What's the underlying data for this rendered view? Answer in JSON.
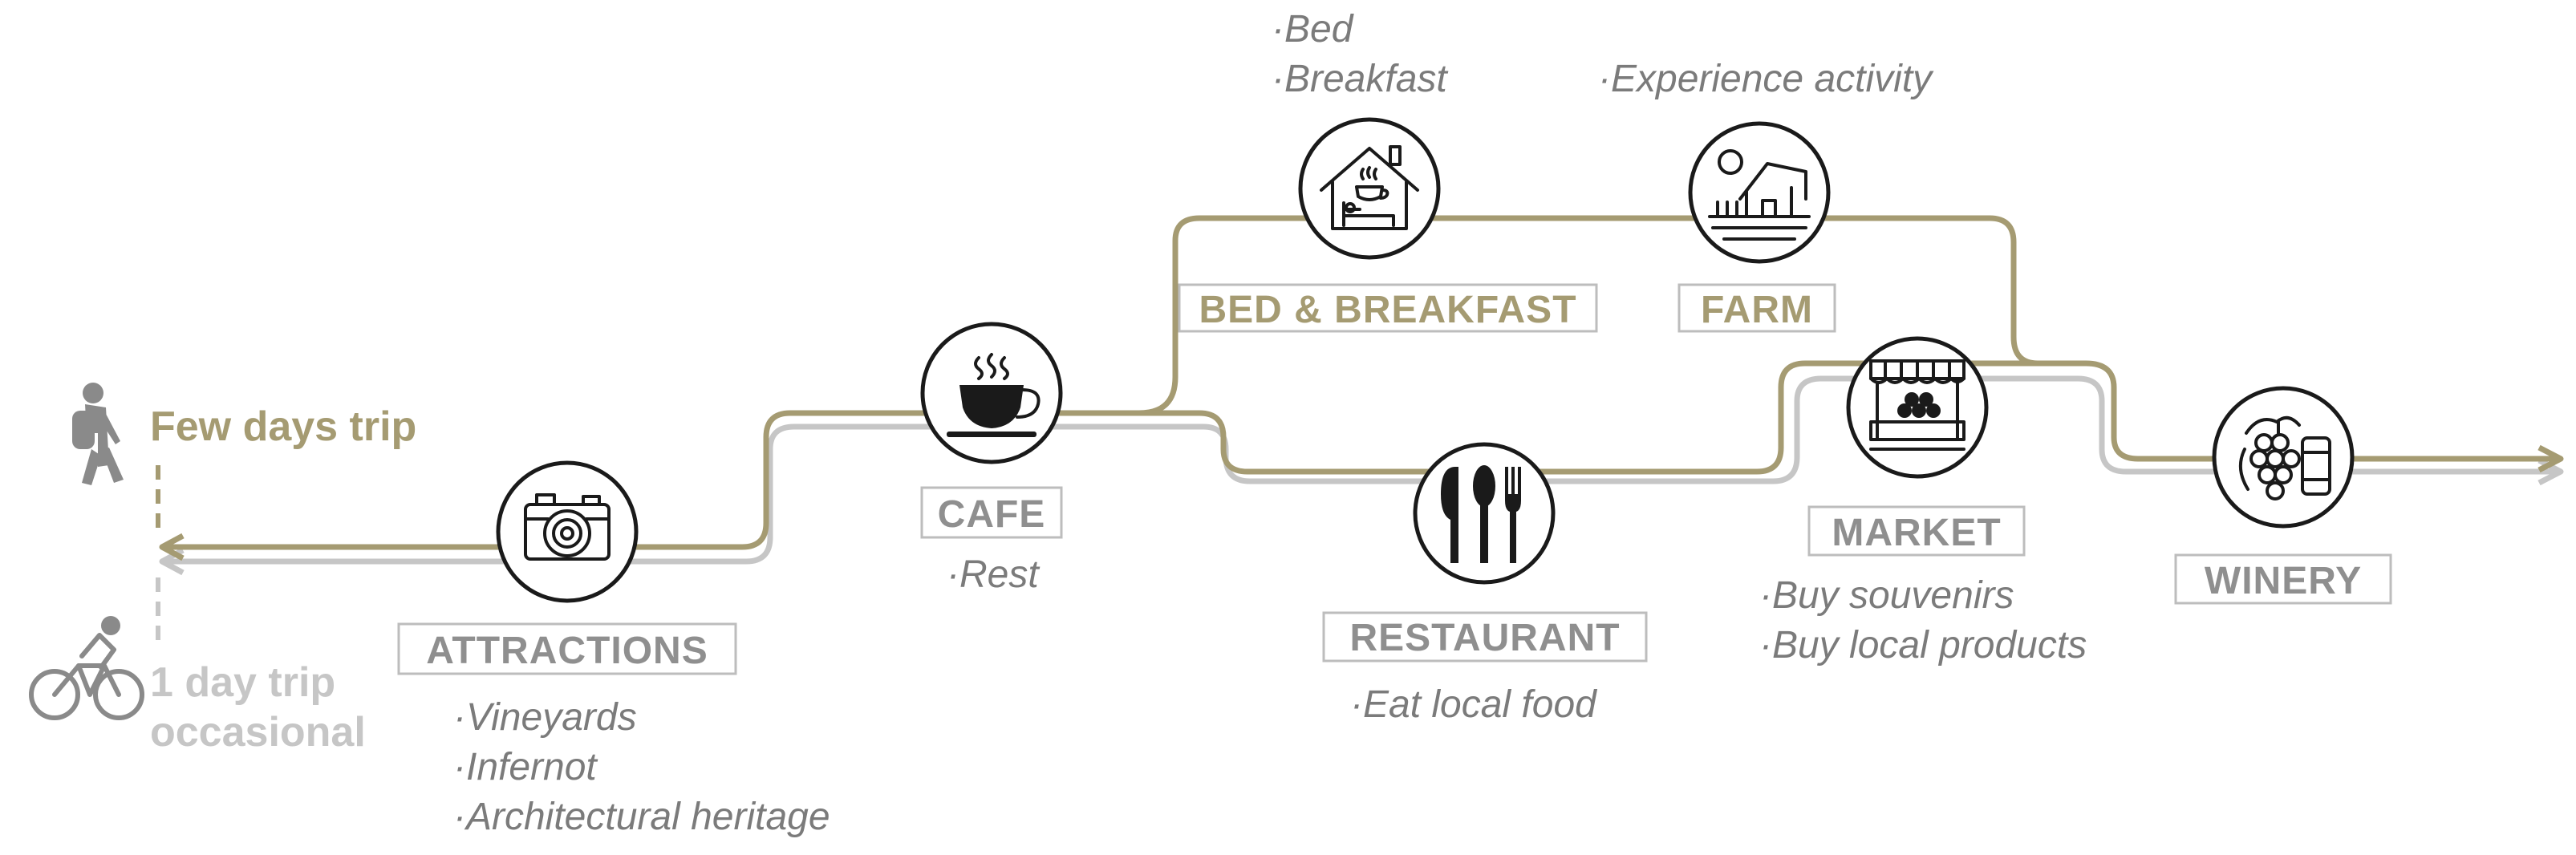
{
  "colors": {
    "gold": "#a59b72",
    "grey": "#c6c6c6",
    "label_grey": "#8f8f8f",
    "note_grey": "#7b7b7b",
    "icon": "#1a1a1a"
  },
  "legend": {
    "few_days": {
      "label": "Few days trip",
      "icon": "hiker-icon",
      "color": "gold"
    },
    "one_day": {
      "line1": "1 day trip",
      "line2": "occasional",
      "icon": "cyclist-icon",
      "color": "grey"
    }
  },
  "stops": {
    "attractions": {
      "label": "ATTRACTIONS",
      "icon": "camera-icon",
      "notes": [
        "·Vineyards",
        "·Infernot",
        "·Architectural heritage"
      ]
    },
    "cafe": {
      "label": "CAFE",
      "icon": "coffee-cup-icon",
      "notes": [
        "·Rest"
      ]
    },
    "bnb": {
      "label": "BED & BREAKFAST",
      "icon": "house-bed-icon",
      "notes": [
        "·Bed",
        "·Breakfast"
      ]
    },
    "farm": {
      "label": "FARM",
      "icon": "farmhouse-icon",
      "notes": [
        "·Experience activity"
      ]
    },
    "restaurant": {
      "label": "RESTAURANT",
      "icon": "cutlery-icon",
      "notes": [
        "·Eat local food"
      ]
    },
    "market": {
      "label": "MARKET",
      "icon": "market-stall-icon",
      "notes": [
        "·Buy souvenirs",
        "·Buy local products"
      ]
    },
    "winery": {
      "label": "WINERY",
      "icon": "wine-grapes-icon",
      "notes": []
    }
  }
}
